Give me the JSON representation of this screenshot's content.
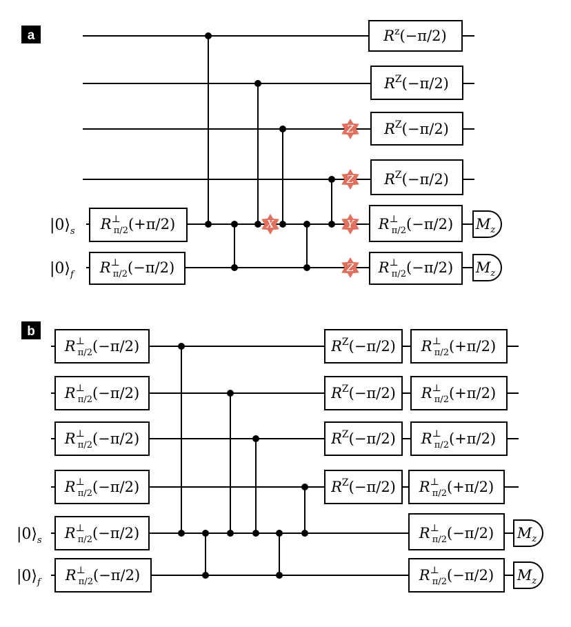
{
  "panel_a": {
    "label": "a",
    "qubit_labels": [
      "|0⟩s",
      "|0⟩f"
    ],
    "gates": {
      "rz_1": "Rz(−π/2)",
      "rz_2": "RZ(−π/2)",
      "rz_3": "RZ(−π/2)",
      "rz_4": "RZ(−π/2)",
      "init_s": "Rπ/2⊥(+π/2)",
      "init_f": "Rπ/2⊥(−π/2)",
      "final_s": "Rπ/2⊥(−π/2)",
      "final_f": "Rπ/2⊥(−π/2)"
    },
    "errors": [
      "Z",
      "Z",
      "X",
      "Y",
      "Z"
    ],
    "measurements": [
      "Mz",
      "Mz"
    ]
  },
  "panel_b": {
    "label": "b",
    "qubit_labels": [
      "|0⟩s",
      "|0⟩f"
    ],
    "gates": {
      "init": "Rπ/2⊥(−π/2)",
      "rz": "RZ(−π/2)",
      "final_data": "Rπ/2⊥(+π/2)",
      "final_anc": "Rπ/2⊥(−π/2)"
    },
    "measurements": [
      "Mz",
      "Mz"
    ]
  }
}
